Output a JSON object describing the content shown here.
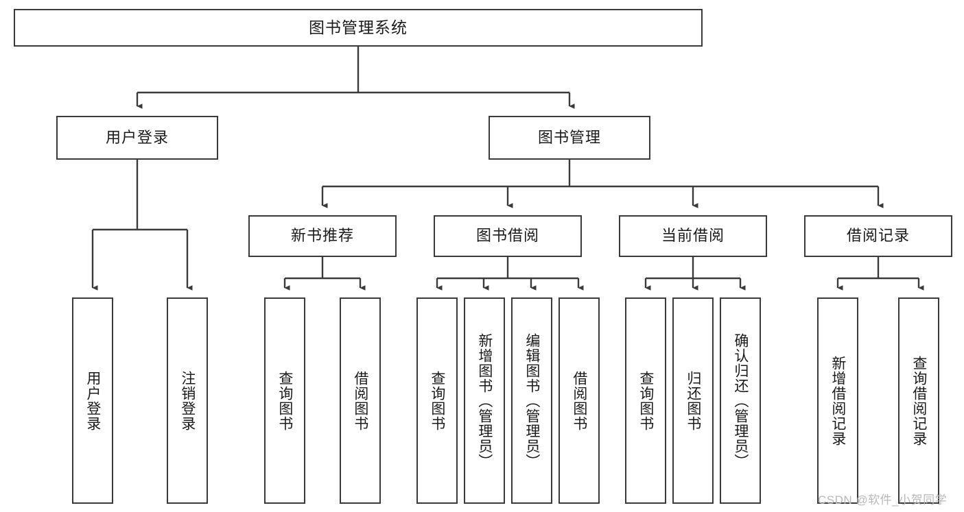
{
  "diagram": {
    "title": "图书管理系统",
    "type": "tree-structure-chart",
    "stroke_color": "#3a3a3a",
    "text_color": "#1a1a1a",
    "background": "#ffffff",
    "root": {
      "label": "图书管理系统"
    },
    "level2": [
      {
        "label": "用户登录"
      },
      {
        "label": "图书管理"
      }
    ],
    "level3": [
      {
        "label": "新书推荐"
      },
      {
        "label": "图书借阅"
      },
      {
        "label": "当前借阅"
      },
      {
        "label": "借阅记录"
      }
    ],
    "leaves": {
      "user_login": [
        {
          "label": "用户登录"
        },
        {
          "label": "注销登录"
        }
      ],
      "new_book_recommend": [
        {
          "label": "查询图书"
        },
        {
          "label": "借阅图书"
        }
      ],
      "book_borrow": [
        {
          "label": "查询图书"
        },
        {
          "label": "新增图书（管理员）"
        },
        {
          "label": "编辑图书（管理员）"
        },
        {
          "label": "借阅图书"
        }
      ],
      "current_borrow": [
        {
          "label": "查询图书"
        },
        {
          "label": "归还图书"
        },
        {
          "label": "确认归还（管理员）"
        }
      ],
      "borrow_record": [
        {
          "label": "新增借阅记录"
        },
        {
          "label": "查询借阅记录"
        }
      ]
    }
  },
  "watermark": {
    "text": "CSDN @软件_小贺同学"
  }
}
